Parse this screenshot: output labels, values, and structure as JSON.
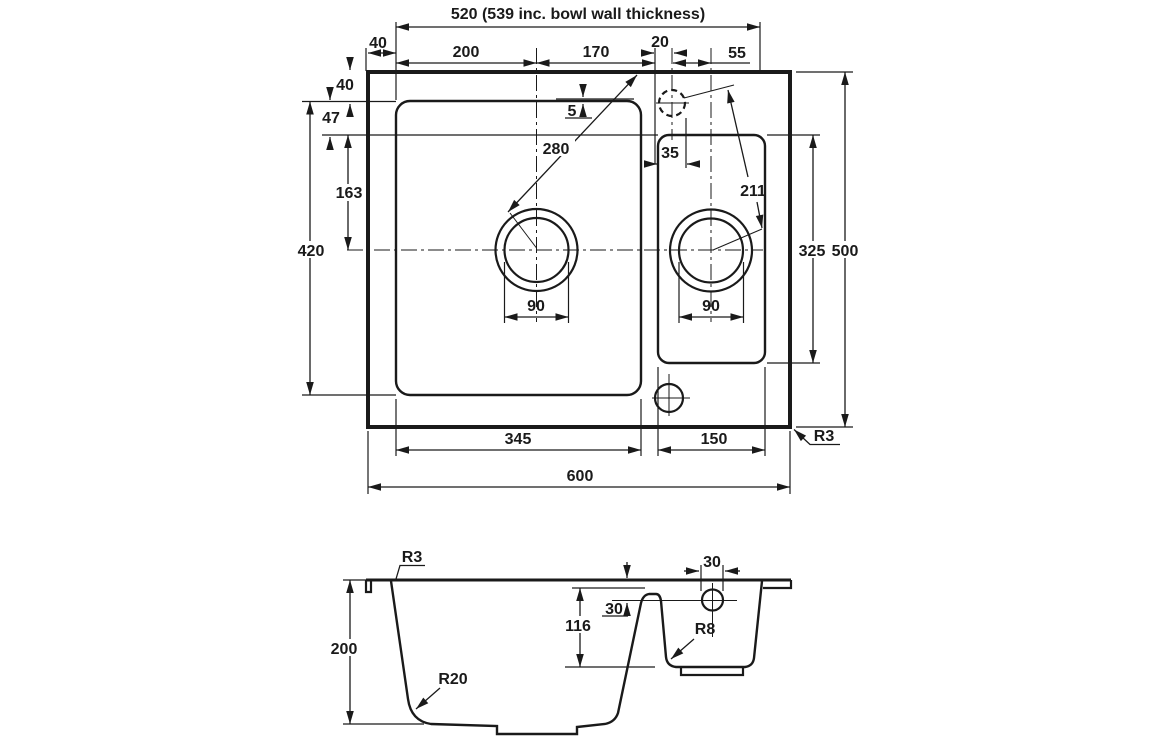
{
  "colors": {
    "line": "#1a1a1a",
    "background": "#ffffff"
  },
  "plan": {
    "width_note": "520 (539 inc. bowl wall thickness)",
    "rim_to_bowl_left": "40",
    "bowl_left_to_main_drain": "200",
    "main_drain_to_tap_offset": "170",
    "tap_offset_gap": "20",
    "tap_to_small_drain_offset": "55",
    "rim_to_bowl_top": "40",
    "bowl_top_to_small_bowl_top": "47",
    "small_bowl_top_to_drain_center": "163",
    "main_bowl_length": "420",
    "ledge_step": "5",
    "tap_hole_dia": "35",
    "tap_to_main_drain": "280",
    "tap_to_small_drain": "211",
    "small_bowl_length": "325",
    "overall_depth": "500",
    "main_drain_dia": "90",
    "small_drain_dia": "90",
    "main_bowl_width": "345",
    "small_bowl_width": "150",
    "overall_width": "600",
    "corner_radius": "R3"
  },
  "section": {
    "rim_edge_radius": "R3",
    "bowl_depth": "200",
    "bowl_bottom_radius": "R20",
    "small_bowl_depth": "116",
    "overflow_center_depth": "30",
    "overflow_hole_dia": "30",
    "small_bowl_bottom_radius": "R8"
  }
}
